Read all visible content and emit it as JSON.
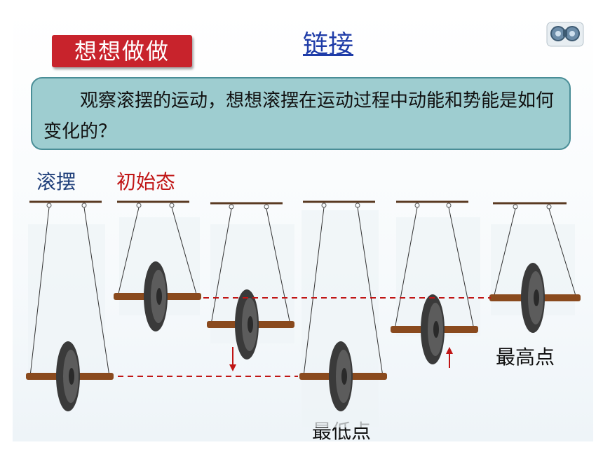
{
  "slide": {
    "badge": "想想做做",
    "link": "链接",
    "binoculars_icon": "binoculars-icon",
    "question": "观察滚摆的运动，想想滚摆在运动过程中动能和势能是如何变化的？",
    "label_gunbai": "滚摆",
    "label_chushi": "初始态",
    "label_zuigao": "最高点",
    "label_zuidi": "最低点"
  },
  "colors": {
    "badge": "#c8232c",
    "link": "#1f3ca8",
    "question_box": "#9ecdd0",
    "axle": "#8a4a1e",
    "wheel": "#3a3a3a",
    "dashed_line": "#c01515",
    "arrow": "#c01515"
  }
}
